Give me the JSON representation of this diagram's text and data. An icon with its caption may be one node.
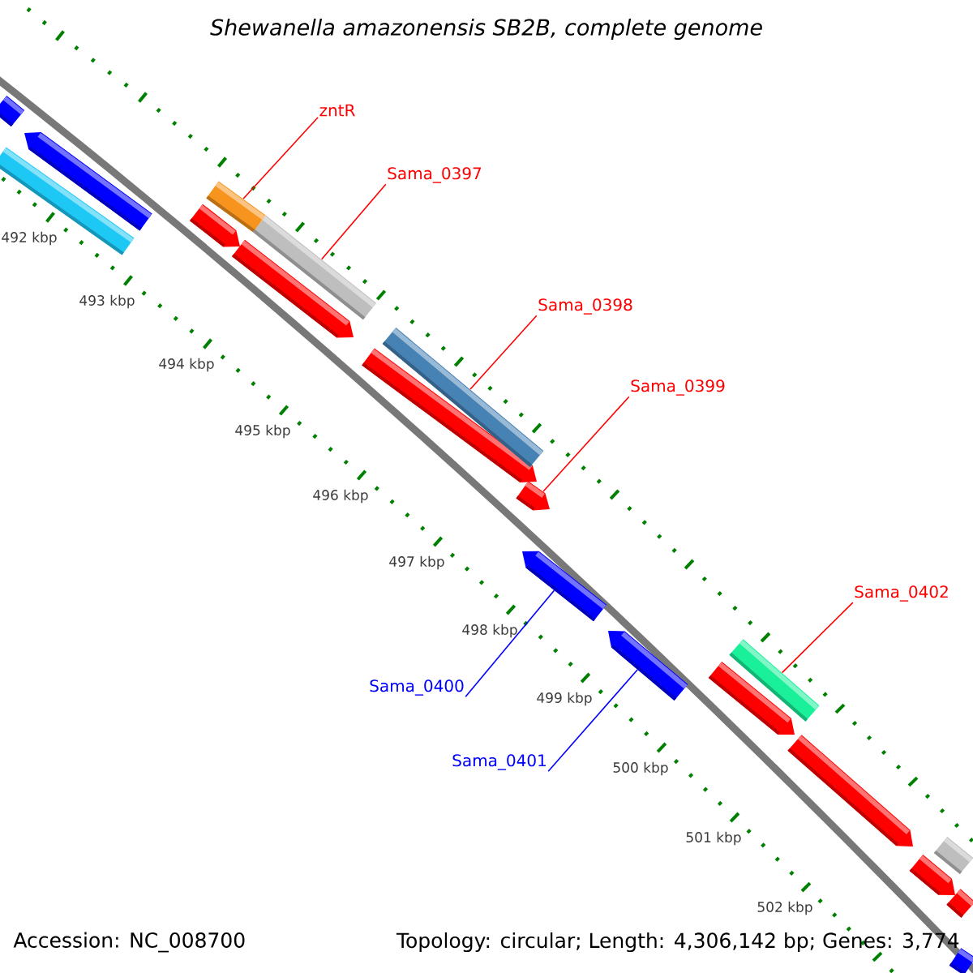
{
  "diagram": {
    "title": "Shewanella amazonensis SB2B, complete genome",
    "nodes": [
      {
        "text": [
          "zntR"
        ]
      },
      {
        "text": [
          "Sama_0397"
        ]
      },
      {
        "text": [
          "Sama_0398"
        ]
      },
      {
        "text": [
          "Sama_0399"
        ]
      },
      {
        "text": [
          "Sama_0400"
        ]
      },
      {
        "text": [
          "Sama_0401"
        ]
      },
      {
        "text": [
          "Sama_0402"
        ]
      },
      {
        "text": [],
        "shape": "bar"
      },
      {
        "text": [],
        "shape": "bar"
      },
      {
        "text": [],
        "shape": "bar"
      },
      {
        "text": [],
        "shape": "bar"
      },
      {
        "text": [],
        "shape": "bar"
      },
      {
        "text": [],
        "shape": "bar"
      },
      {
        "text": [],
        "shape": "bar"
      },
      {
        "text": [],
        "shape": "bar"
      },
      {
        "text": [],
        "shape": "bar"
      },
      {
        "text": [],
        "shape": "bar"
      },
      {
        "text": [],
        "shape": "bar"
      },
      {
        "text": [],
        "shape": "bar"
      },
      {
        "text": [],
        "shape": "bar"
      },
      {
        "text": [],
        "shape": "bar"
      },
      {
        "text": [],
        "shape": "bar"
      },
      {
        "text": [],
        "shape": "bar"
      },
      {
        "text": [],
        "shape": "bar"
      },
      {
        "text": [],
        "shape": "bar"
      },
      {
        "text": [],
        "shape": "bar"
      }
    ],
    "edges": [
      {
        "from": 0,
        "to": 11,
        "arrow": "none"
      },
      {
        "from": 1,
        "to": 13,
        "arrow": "none"
      },
      {
        "from": 2,
        "to": 15,
        "arrow": "none"
      },
      {
        "from": 3,
        "to": 16,
        "arrow": "none"
      },
      {
        "from": 4,
        "to": 17,
        "arrow": "none",
        "color": "#0000ff"
      },
      {
        "from": 5,
        "to": 18,
        "arrow": "none",
        "color": "#0000ff"
      },
      {
        "from": 6,
        "to": 20,
        "arrow": "none"
      }
    ],
    "labels": [
      "492 kbp",
      "493 kbp",
      "494 kbp",
      "495 kbp",
      "496 kbp",
      "497 kbp",
      "498 kbp",
      "499 kbp",
      "500 kbp",
      "501 kbp",
      "502 kbp",
      "Accession: NC_008700",
      "Topology: circular; Length: 4,306,142 bp; Genes: 3,774"
    ]
  }
}
